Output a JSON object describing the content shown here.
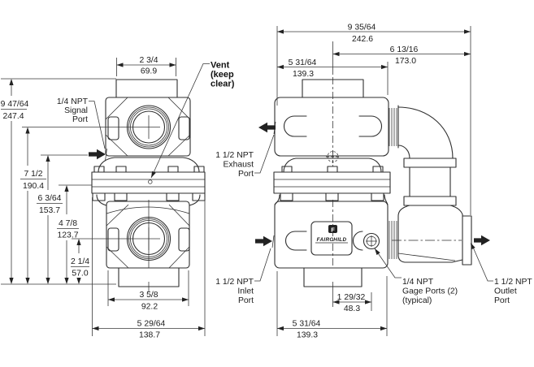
{
  "drawing": {
    "brand_plate": "FAIRCHILD",
    "logo_letter": "F"
  },
  "dims": {
    "overall_height": {
      "in": "9 47/64",
      "mm": "247.4"
    },
    "upper_port_center": {
      "in": "7 1/2",
      "mm": "190.4"
    },
    "signal_port_height": {
      "in": "6 3/64",
      "mm": "153.7"
    },
    "vent_height": {
      "in": "4 7/8",
      "mm": "123.7"
    },
    "inlet_center_height": {
      "in": "2 1/4",
      "mm": "57.0"
    },
    "cap_width": {
      "in": "2 3/4",
      "mm": "69.9"
    },
    "body_width": {
      "in": "3 5/8",
      "mm": "92.2"
    },
    "base_width": {
      "in": "5 29/64",
      "mm": "138.7"
    },
    "overall_width": {
      "in": "9 35/64",
      "mm": "242.6"
    },
    "center_to_outlet": {
      "in": "6 13/16",
      "mm": "173.0"
    },
    "side_width_top": {
      "in": "5 31/64",
      "mm": "139.3"
    },
    "center_to_gage": {
      "in": "1 29/32",
      "mm": "48.3"
    },
    "side_width_bottom": {
      "in": "5 31/64",
      "mm": "139.3"
    }
  },
  "labels": {
    "vent": {
      "l1": "Vent",
      "l2": "(keep",
      "l3": "clear)"
    },
    "signal": {
      "l1": "1/4 NPT",
      "l2": "Signal",
      "l3": "Port"
    },
    "exhaust": {
      "l1": "1 1/2 NPT",
      "l2": "Exhaust",
      "l3": "Port"
    },
    "inlet": {
      "l1": "1 1/2 NPT",
      "l2": "Inlet",
      "l3": "Port"
    },
    "outlet": {
      "l1": "1 1/2 NPT",
      "l2": "Outlet",
      "l3": "Port"
    },
    "gage": {
      "l1": "1/4 NPT",
      "l2": "Gage Ports (2)",
      "l3": "(typical)"
    }
  },
  "colors": {
    "line": "#2e2e2e",
    "text": "#1b1b1b",
    "background": "#ffffff"
  }
}
